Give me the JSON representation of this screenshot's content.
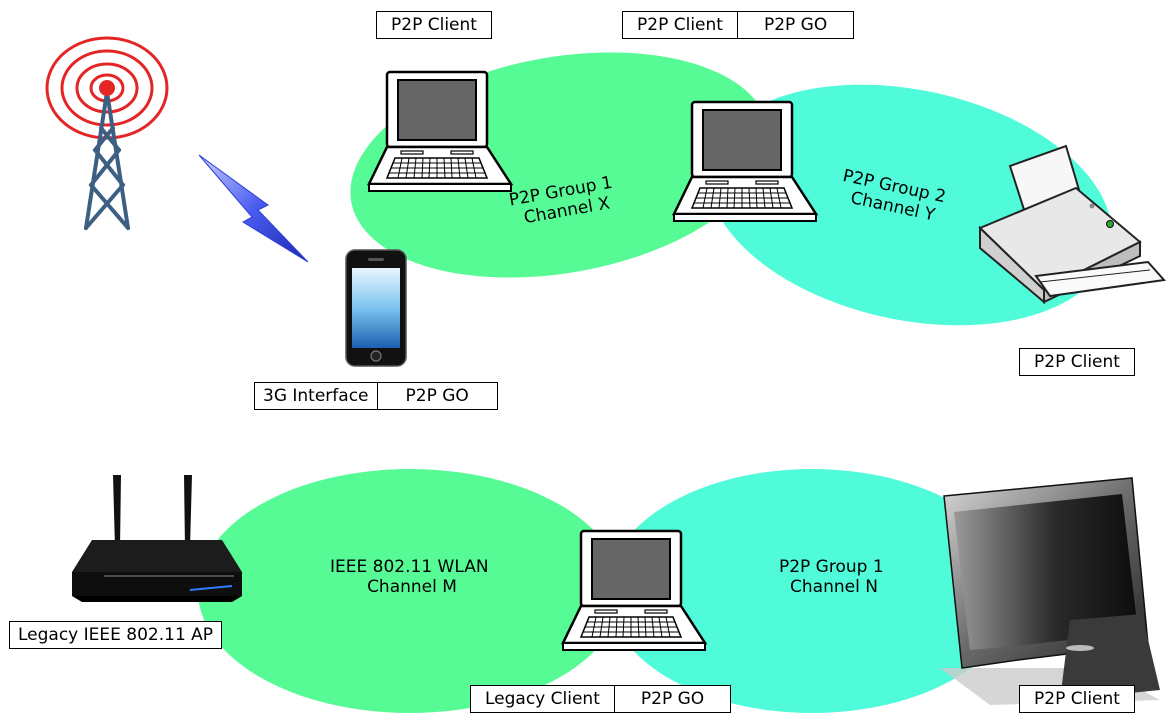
{
  "colors": {
    "group_green": "#57fb95",
    "group_cyan": "#4ffbd8",
    "tower_red": "#e42525",
    "tower_blue": "#3d5f82",
    "lightning": "#2f3fd6"
  },
  "top": {
    "group1": {
      "line1": "P2P Group 1",
      "line2": "Channel X"
    },
    "group2": {
      "line1": "P2P Group 2",
      "line2": "Channel Y"
    },
    "laptop_left_label": "P2P Client",
    "laptop_middle_labels": {
      "a": "P2P Client",
      "b": "P2P GO"
    },
    "phone_labels": {
      "a": "3G Interface",
      "b": "P2P GO"
    },
    "printer_label": "P2P Client"
  },
  "bottom": {
    "wlan": {
      "line1": "IEEE 802.11 WLAN",
      "line2": "Channel M"
    },
    "group": {
      "line1": "P2P Group 1",
      "line2": "Channel N"
    },
    "router_label": "Legacy IEEE 802.11 AP",
    "laptop_labels": {
      "a": "Legacy Client",
      "b": "P2P GO"
    },
    "monitor_label": "P2P Client"
  },
  "icons": [
    "cell-tower-icon",
    "lightning-icon",
    "smartphone-icon",
    "laptop-icon",
    "printer-icon",
    "wifi-router-icon",
    "monitor-icon"
  ]
}
